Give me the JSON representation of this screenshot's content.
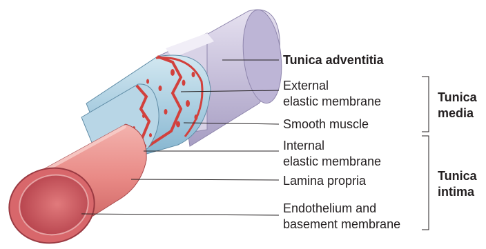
{
  "labels": {
    "tunica_adventitia": "Tunica adventitia",
    "external_elastic_membrane": [
      "External",
      "elastic membrane"
    ],
    "smooth_muscle": "Smooth muscle",
    "internal_elastic_membrane": [
      "Internal",
      "elastic membrane"
    ],
    "lamina_propria": "Lamina propria",
    "endothelium": [
      "Endothelium and",
      "basement membrane"
    ]
  },
  "groups": {
    "tunica_media": [
      "Tunica",
      "media"
    ],
    "tunica_intima": [
      "Tunica",
      "intima"
    ]
  },
  "colors": {
    "adventitia": "#c9c2dc",
    "media_blue": "#a9cde0",
    "elastic_red": "#d2403c",
    "intima_pink": "#e98a86",
    "lumen_dark": "#c8555a",
    "leader_line": "#231f20"
  }
}
